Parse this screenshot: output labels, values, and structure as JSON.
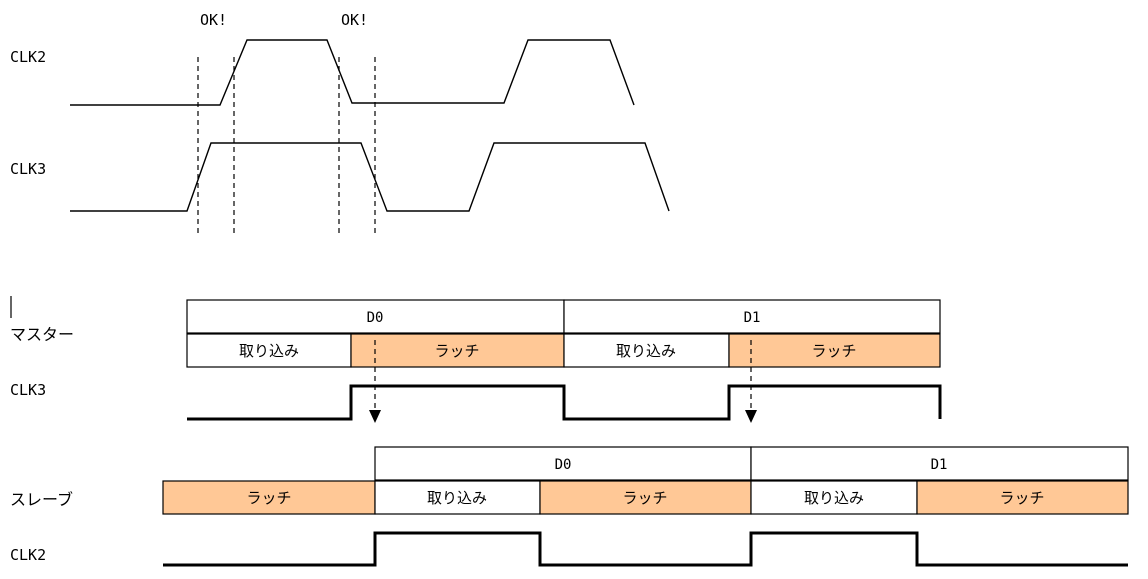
{
  "top": {
    "ok_left": "OK!",
    "ok_right": "OK!",
    "clk2_label": "CLK2",
    "clk3_label": "CLK3"
  },
  "master": {
    "label": "マスター",
    "d0": "D0",
    "d1": "D1",
    "cells": [
      "取り込み",
      "ラッチ",
      "取り込み",
      "ラッチ"
    ],
    "clk_label": "CLK3"
  },
  "slave": {
    "label": "スレーブ",
    "d0": "D0",
    "d1": "D1",
    "cells": [
      "ラッチ",
      "取り込み",
      "ラッチ",
      "取り込み",
      "ラッチ"
    ],
    "clk_label": "CLK2"
  },
  "colors": {
    "latch_fill": "#FFC896",
    "capture_fill": "#FFFFFF",
    "line": "#000000"
  }
}
